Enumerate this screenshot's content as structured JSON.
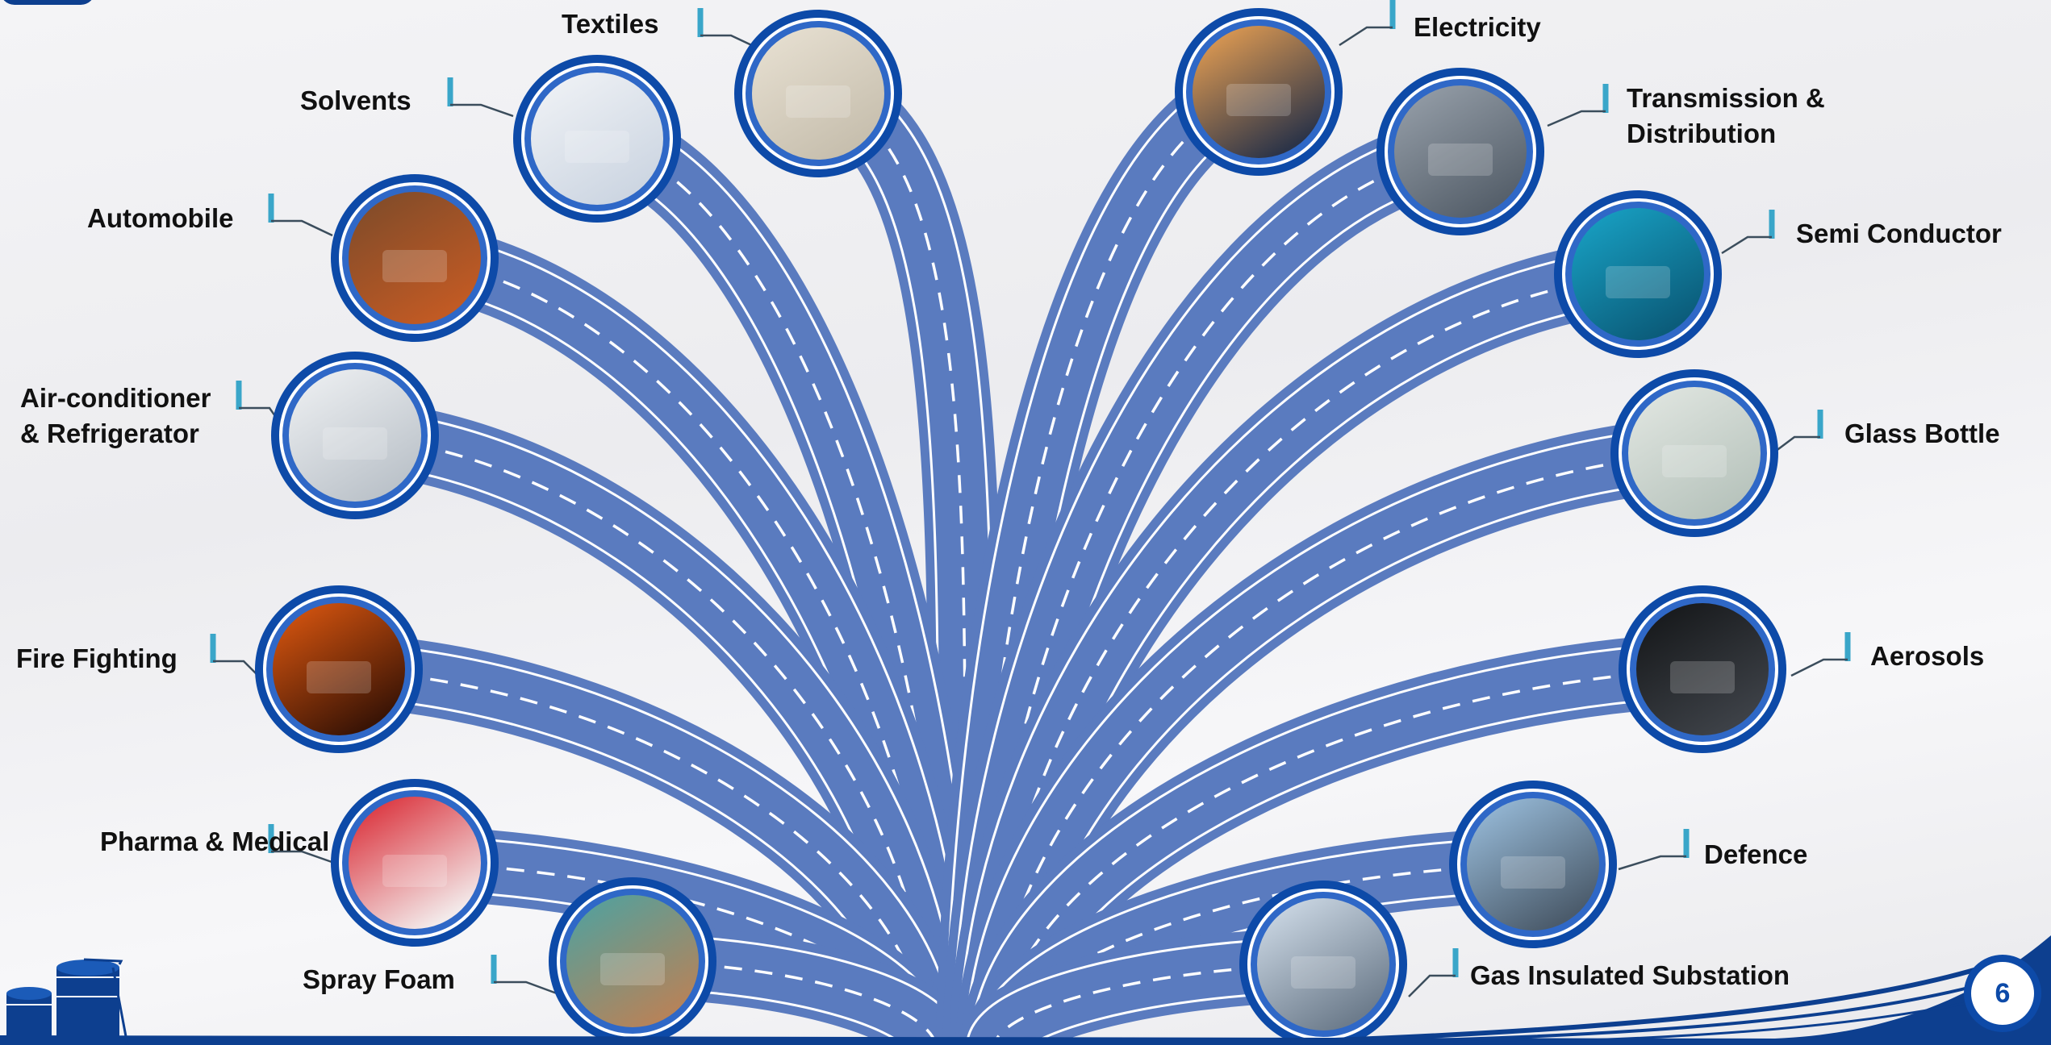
{
  "page": {
    "number": "6"
  },
  "colors": {
    "road": "#5a7bbf",
    "road_edge": "#ffffff",
    "ring": "#0d4aa8",
    "ring_inner": "#2f68c7",
    "tick": "#3aa6c9",
    "label": "#111111",
    "footer_band": "#0d3f8f"
  },
  "branches": [
    {
      "id": "textiles",
      "label": "Textiles",
      "icon": "textiles-warehouse-photo"
    },
    {
      "id": "solvents",
      "label": "Solvents",
      "icon": "lab-flask-photo"
    },
    {
      "id": "automobile",
      "label": "Automobile",
      "icon": "car-factory-photo"
    },
    {
      "id": "air-conditioner",
      "label": "Air-conditioner & Refrigerator",
      "icon": "ac-units-photo"
    },
    {
      "id": "fire-fighting",
      "label": "Fire Fighting",
      "icon": "firefighter-photo"
    },
    {
      "id": "pharma",
      "label": "Pharma & Medical",
      "icon": "pills-photo"
    },
    {
      "id": "spray-foam",
      "label": "Spray Foam",
      "icon": "spray-foam-worker-photo"
    },
    {
      "id": "electricity",
      "label": "Electricity",
      "icon": "power-pylons-photo"
    },
    {
      "id": "transmission",
      "label": "Transmission & Distribution",
      "icon": "delivery-van-photo"
    },
    {
      "id": "semiconductor",
      "label": "Semi Conductor",
      "icon": "circuit-board-photo"
    },
    {
      "id": "glass-bottle",
      "label": "Glass Bottle",
      "icon": "glass-bottles-photo"
    },
    {
      "id": "aerosols",
      "label": "Aerosols",
      "icon": "aerosol-can-photo"
    },
    {
      "id": "defence",
      "label": "Defence",
      "icon": "warship-photo"
    },
    {
      "id": "gis",
      "label": "Gas Insulated Substation",
      "icon": "substation-photo"
    }
  ]
}
